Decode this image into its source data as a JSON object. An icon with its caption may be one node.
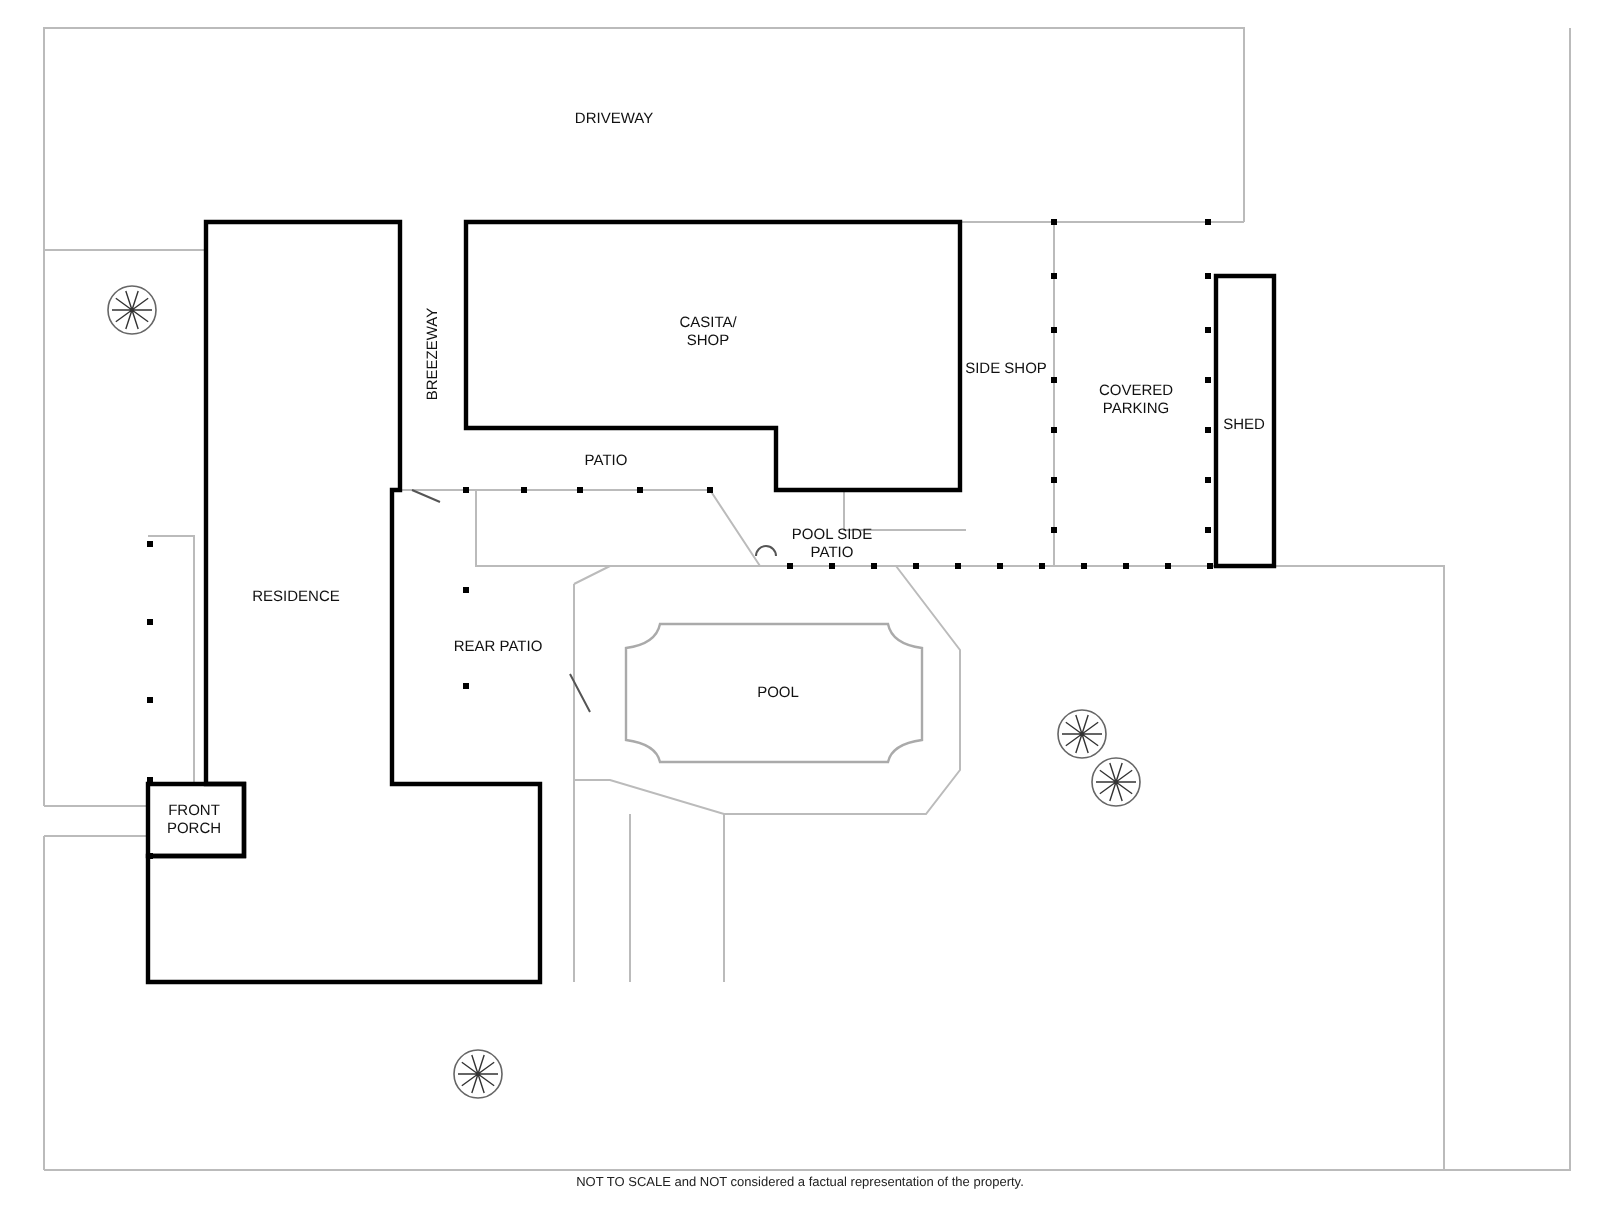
{
  "diagram": {
    "caption": "NOT TO SCALE and NOT considered a factual representation of the property.",
    "nodes": [
      {
        "text": [
          "RESIDENCE"
        ]
      },
      {
        "text": [
          "CASITA/ SHOP"
        ]
      },
      {
        "text": [
          "SHED"
        ]
      },
      {
        "text": [
          "FRONT PORCH"
        ]
      },
      {
        "text": [
          "POOL"
        ]
      }
    ],
    "labels": [
      "DRIVEWAY",
      "BREEZEWAY",
      "SIDE SHOP",
      "COVERED PARKING",
      "PATIO",
      "POOL SIDE PATIO",
      "REAR PATIO"
    ]
  }
}
